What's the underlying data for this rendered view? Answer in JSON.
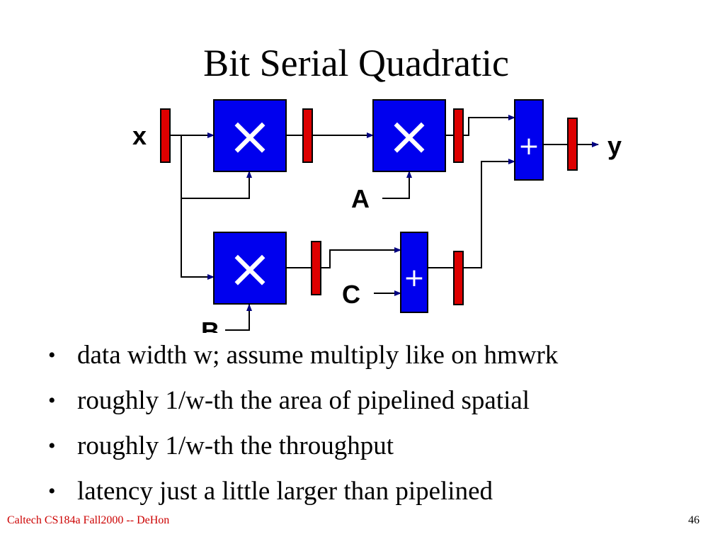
{
  "slide": {
    "title": "Bit Serial Quadratic"
  },
  "diagram": {
    "labels": {
      "x": "x",
      "y": "y",
      "a": "A",
      "b": "B",
      "c": "C"
    },
    "multiply_symbol": "×",
    "add_symbol": "+",
    "colors": {
      "block": "#0000ee",
      "register": "#dd0000",
      "wire": "#000000",
      "arrow": "#000080"
    }
  },
  "bullets": [
    "data width w; assume multiply like on hmwrk",
    "roughly 1/w-th the area of pipelined spatial",
    "roughly 1/w-th the throughput",
    "latency just a little larger than pipelined"
  ],
  "footer": {
    "course": "Caltech CS184a Fall2000 -- DeHon",
    "page_number": "46"
  }
}
